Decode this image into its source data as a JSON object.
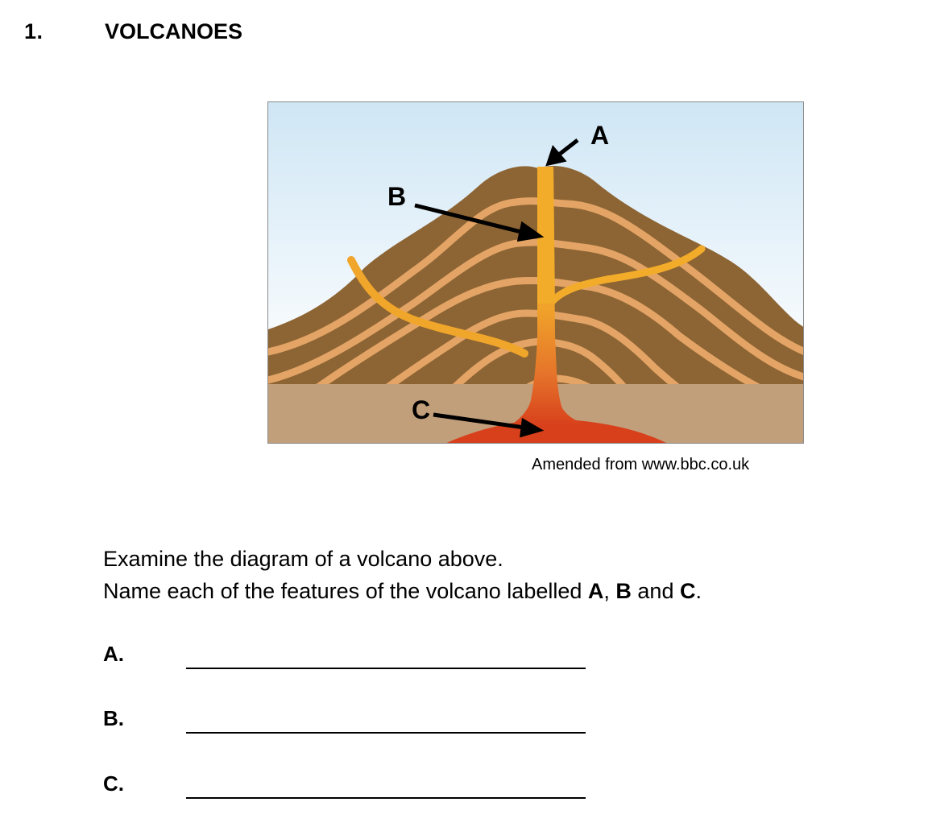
{
  "question": {
    "number": "1.",
    "title": "VOLCANOES"
  },
  "diagram": {
    "labels": {
      "a": "A",
      "b": "B",
      "c": "C"
    },
    "credit": "Amended from www.bbc.co.uk",
    "colors": {
      "sky_top": "#cfe6f5",
      "sky_bottom": "#ffffff",
      "mountain": "#8d6534",
      "strata": "#e4a466",
      "ground": "#c19f7b",
      "vent": "#f2ac2a",
      "magma": "#d8401c"
    }
  },
  "instructions": {
    "line1": "Examine the diagram of a volcano above.",
    "line2_prefix": "Name each of the features of the volcano labelled ",
    "line2_a": "A",
    "line2_sep1": ", ",
    "line2_b": "B",
    "line2_sep2": " and ",
    "line2_c": "C",
    "line2_suffix": "."
  },
  "answers": [
    {
      "letter": "A."
    },
    {
      "letter": "B."
    },
    {
      "letter": "C."
    }
  ]
}
